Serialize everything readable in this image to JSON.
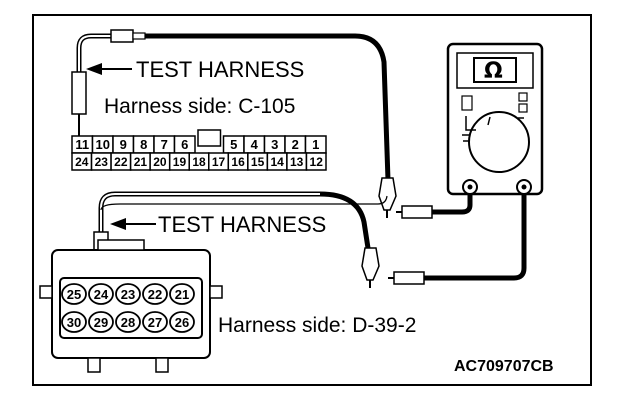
{
  "labels": {
    "test_harness_top": "TEST HARNESS",
    "test_harness_bottom": "TEST HARNESS",
    "harness_side_c": "Harness side: C-105",
    "harness_side_d": "Harness side: D-39-2",
    "figure_code": "AC709707CB"
  },
  "meter": {
    "unit_symbol": "Ω"
  },
  "connector_c105": {
    "top_row_left": [
      "11",
      "10",
      "9",
      "8",
      "7",
      "6"
    ],
    "top_row_right": [
      "5",
      "4",
      "3",
      "2",
      "1"
    ],
    "bottom_row": [
      "24",
      "23",
      "22",
      "21",
      "20",
      "19",
      "18",
      "17",
      "16",
      "15",
      "14",
      "13",
      "12"
    ]
  },
  "connector_d39": {
    "top_row": [
      "25",
      "24",
      "23",
      "22",
      "21"
    ],
    "bottom_row": [
      "30",
      "29",
      "28",
      "27",
      "26"
    ]
  }
}
